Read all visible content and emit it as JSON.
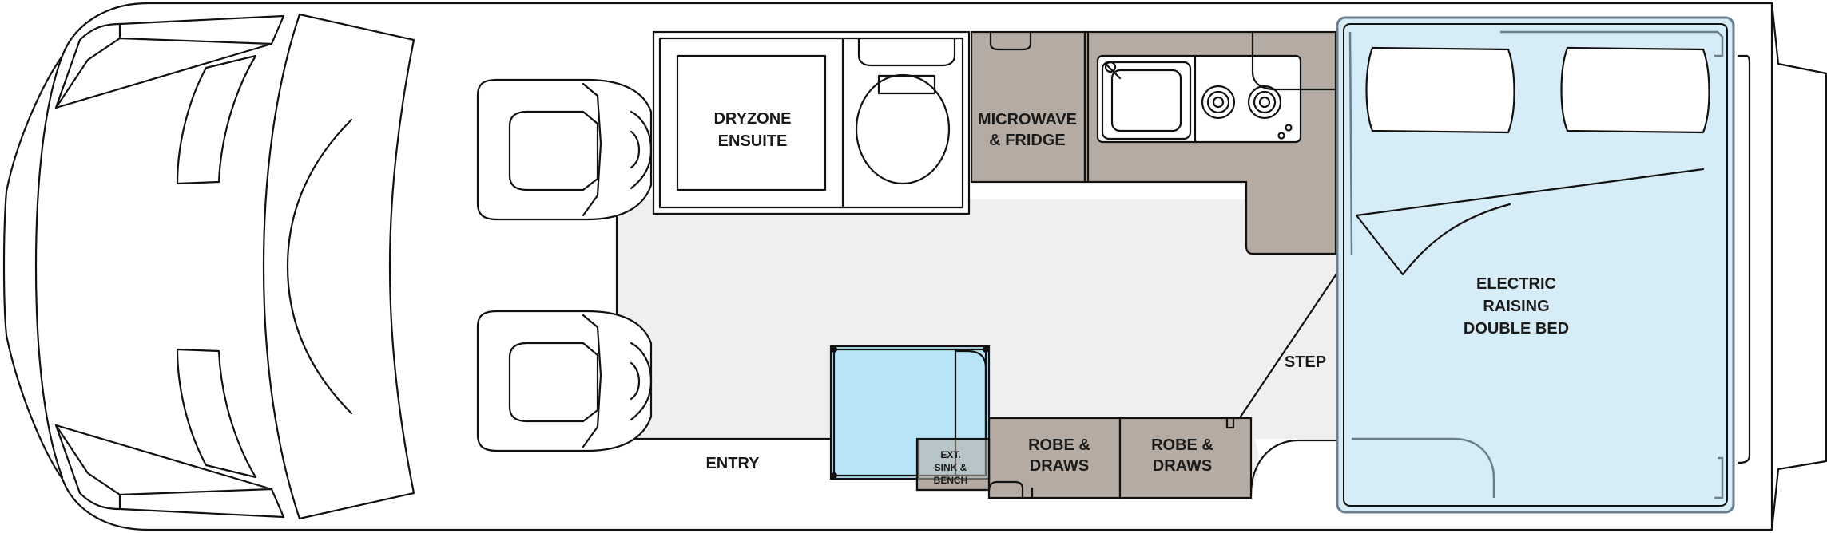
{
  "labels": {
    "dryzone_line1": "DRYZONE",
    "dryzone_line2": "ENSUITE",
    "microwave_line1": "MICROWAVE",
    "microwave_line2": "& FRIDGE",
    "bed_line1": "ELECTRIC",
    "bed_line2": "RAISING",
    "bed_line3": "DOUBLE BED",
    "step": "STEP",
    "entry": "ENTRY",
    "robe1_line1": "ROBE &",
    "robe1_line2": "DRAWS",
    "robe2_line1": "ROBE &",
    "robe2_line2": "DRAWS",
    "sink_line1": "EXT.",
    "sink_line2": "SINK &",
    "sink_line3": "BENCH"
  },
  "colors": {
    "floor": "#efefef",
    "cabinet": "#b6aba2",
    "bed": "#d6ecf6",
    "bench_top": "#b8e4f7",
    "outline": "#111111"
  }
}
